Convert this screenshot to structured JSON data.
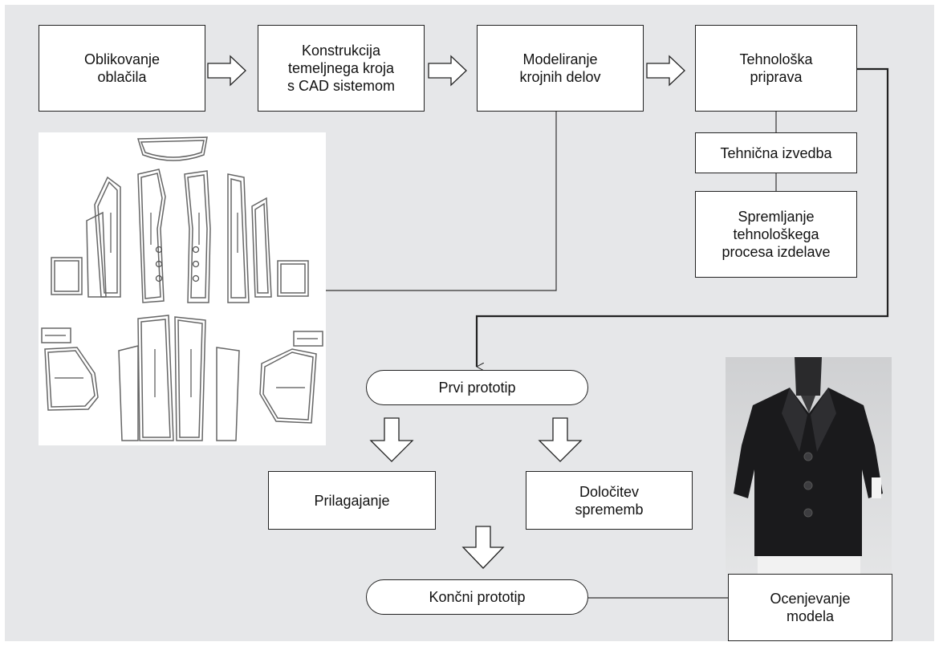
{
  "nodes": {
    "oblikovanje": "Oblikovanje\noblačila",
    "konstrukcija": "Konstrukcija\ntemeljnega kroja\ns CAD sistemom",
    "modeliranje": "Modeliranje\nkrojnih delov",
    "tehnoloska": "Tehnološka\npriprava",
    "tehnicna": "Tehnična izvedba",
    "spremljanje": "Spremljanje\ntehnološkega\nprocesa izdelave",
    "prvi": "Prvi prototip",
    "prilagajanje": "Prilagajanje",
    "dolocitev": "Določitev\nsprememb",
    "koncni": "Končni prototip",
    "ocenjevanje": "Ocenjevanje\nmodela"
  },
  "colors": {
    "background": "#e6e7e9",
    "box_fill": "#ffffff",
    "line": "#222222",
    "jacket": "#1a1a1c"
  },
  "images": {
    "pattern": "pattern-pieces-image",
    "jacket": "jacket-on-mannequin-photo"
  }
}
